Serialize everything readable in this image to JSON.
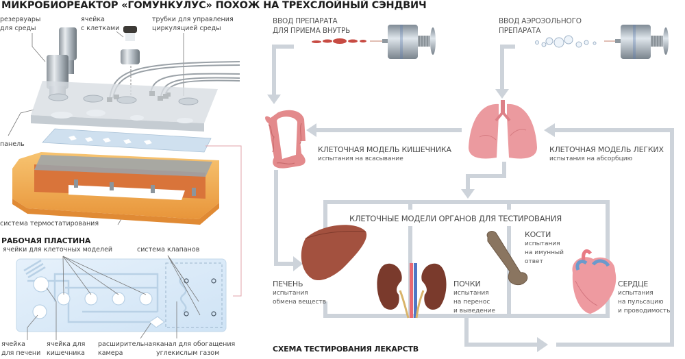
{
  "title": "МИКРОБИОРЕАКТОР «ГОМУНКУЛУС» ПОХОЖ НА ТРЕХСЛОЙНЫЙ СЭНДВИЧ",
  "reactor": {
    "labels": {
      "reservoirs": [
        "резервуары",
        "для среды"
      ],
      "cell_well": [
        "ячейка",
        "с клетками"
      ],
      "tubes": [
        "трубки для управления",
        "циркуляцией среды"
      ],
      "panel": "панель",
      "thermo": "система термостатирования"
    }
  },
  "plate": {
    "heading": "РАБОЧАЯ ПЛАСТИНА",
    "labels": {
      "cell_model_wells": "ячейки для клеточных моделей",
      "valves": "система клапанов",
      "liver_well": [
        "ячейка",
        "для печени"
      ],
      "gut_well": [
        "ячейка для",
        "кишечника"
      ],
      "expansion_chamber": [
        "расширительная",
        "камера"
      ],
      "co2_channel": [
        "канал для обогащения",
        "углекислым газом"
      ]
    }
  },
  "scheme": {
    "heading": "СХЕМА ТЕСТИРОВАНИЯ ЛЕКАРСТВ",
    "oral_input": [
      "ВВОД ПРЕПАРАТА",
      "ДЛЯ ПРИЕМА ВНУТРЬ"
    ],
    "aerosol_input": [
      "ВВОД АЭРОЗОЛЬНОГО",
      "ПРЕПАРАТА"
    ],
    "gut": {
      "name": "КЛЕТОЧНАЯ МОДЕЛЬ КИШЕЧНИКА",
      "sub": "испытания на всасывание"
    },
    "lungs": {
      "name": "КЛЕТОЧНАЯ МОДЕЛЬ ЛЕГКИХ",
      "sub": "испытания на абсорбцию"
    },
    "organs_heading": "КЛЕТОЧНЫЕ МОДЕЛИ ОРГАНОВ ДЛЯ ТЕСТИРОВАНИЯ",
    "liver": {
      "name": "ПЕЧЕНЬ",
      "sub": [
        "испытания",
        "обмена веществ"
      ]
    },
    "kidneys": {
      "name": "ПОЧКИ",
      "sub": [
        "испытания",
        "на перенос",
        "и выведение"
      ]
    },
    "bones": {
      "name": "КОСТИ",
      "sub": [
        "испытания",
        "на имунный",
        "ответ"
      ]
    },
    "heart": {
      "name": "СЕРДЦЕ",
      "sub": [
        "испытания",
        "на пульсацию",
        "и проводимость"
      ]
    }
  },
  "colors": {
    "flow_arrow": "#cdd3da",
    "organ_pink": "#e88e95",
    "liver_brown": "#a0523d",
    "kidney_brown": "#7a3a2c",
    "bone": "#8a7560",
    "thermo_orange": "#f0a848",
    "plate_blue": "#d7e8f6",
    "connector_red": "#e0a0a8"
  }
}
